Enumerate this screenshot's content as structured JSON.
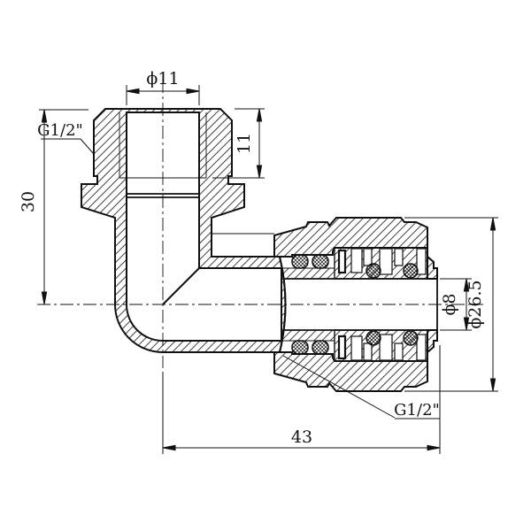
{
  "drawing": {
    "type": "technical-drawing",
    "part": "elbow-compression-fitting-section",
    "line_color": "#000000",
    "background": "#ffffff",
    "dimensions": {
      "top_thread_diameter": "ϕ11",
      "top_thread_label": "G1/2\"",
      "thread_depth": "11",
      "vertical_height": "30",
      "end_bore_diameter": "ϕ8",
      "nut_outer_diameter": "ϕ26.5",
      "bottom_thread_label": "G1/2\"",
      "horizontal_length": "43"
    }
  }
}
